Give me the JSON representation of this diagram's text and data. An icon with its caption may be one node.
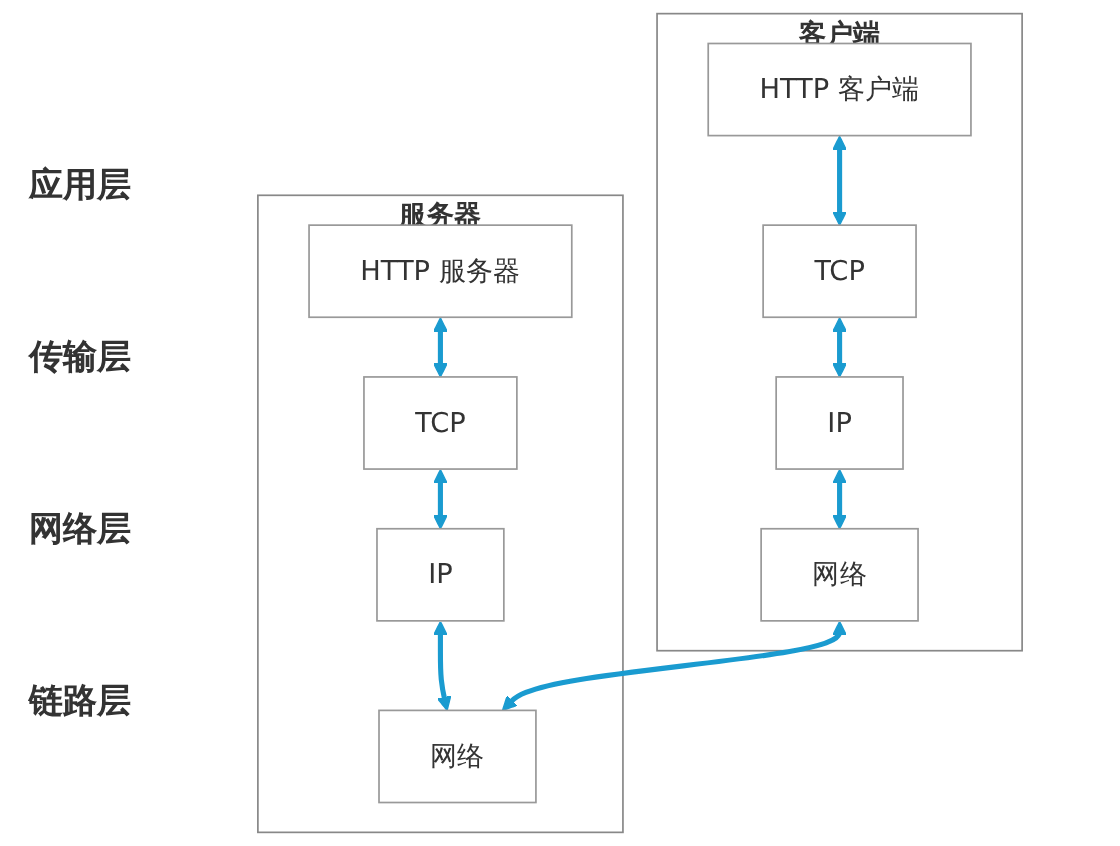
{
  "diagram": {
    "nodes": [
      {
        "text": [
          "客户端"
        ]
      },
      {
        "text": [
          "HTTP 客户端"
        ],
        "in": 0
      },
      {
        "text": [
          "TCP"
        ],
        "in": 0
      },
      {
        "text": [
          "IP"
        ],
        "in": 0
      },
      {
        "text": [
          "网络"
        ],
        "in": 0
      },
      {
        "text": [
          "服务器"
        ]
      },
      {
        "text": [
          "HTTP 服务器"
        ],
        "in": 5
      },
      {
        "text": [
          "TCP"
        ],
        "in": 5
      },
      {
        "text": [
          "IP"
        ],
        "in": 5
      },
      {
        "text": [
          "网络"
        ],
        "in": 5
      }
    ],
    "edges": [
      {
        "from": 1,
        "to": 2,
        "arrow": "both"
      },
      {
        "from": 2,
        "to": 3,
        "arrow": "both"
      },
      {
        "from": 3,
        "to": 4,
        "arrow": "both"
      },
      {
        "from": 6,
        "to": 7,
        "arrow": "both"
      },
      {
        "from": 7,
        "to": 8,
        "arrow": "both"
      },
      {
        "from": 8,
        "to": 9,
        "arrow": "both"
      },
      {
        "from": 4,
        "to": 9,
        "arrow": "both"
      }
    ],
    "labels": [
      "应用层",
      "传输层",
      "网络层",
      "链路层"
    ]
  }
}
